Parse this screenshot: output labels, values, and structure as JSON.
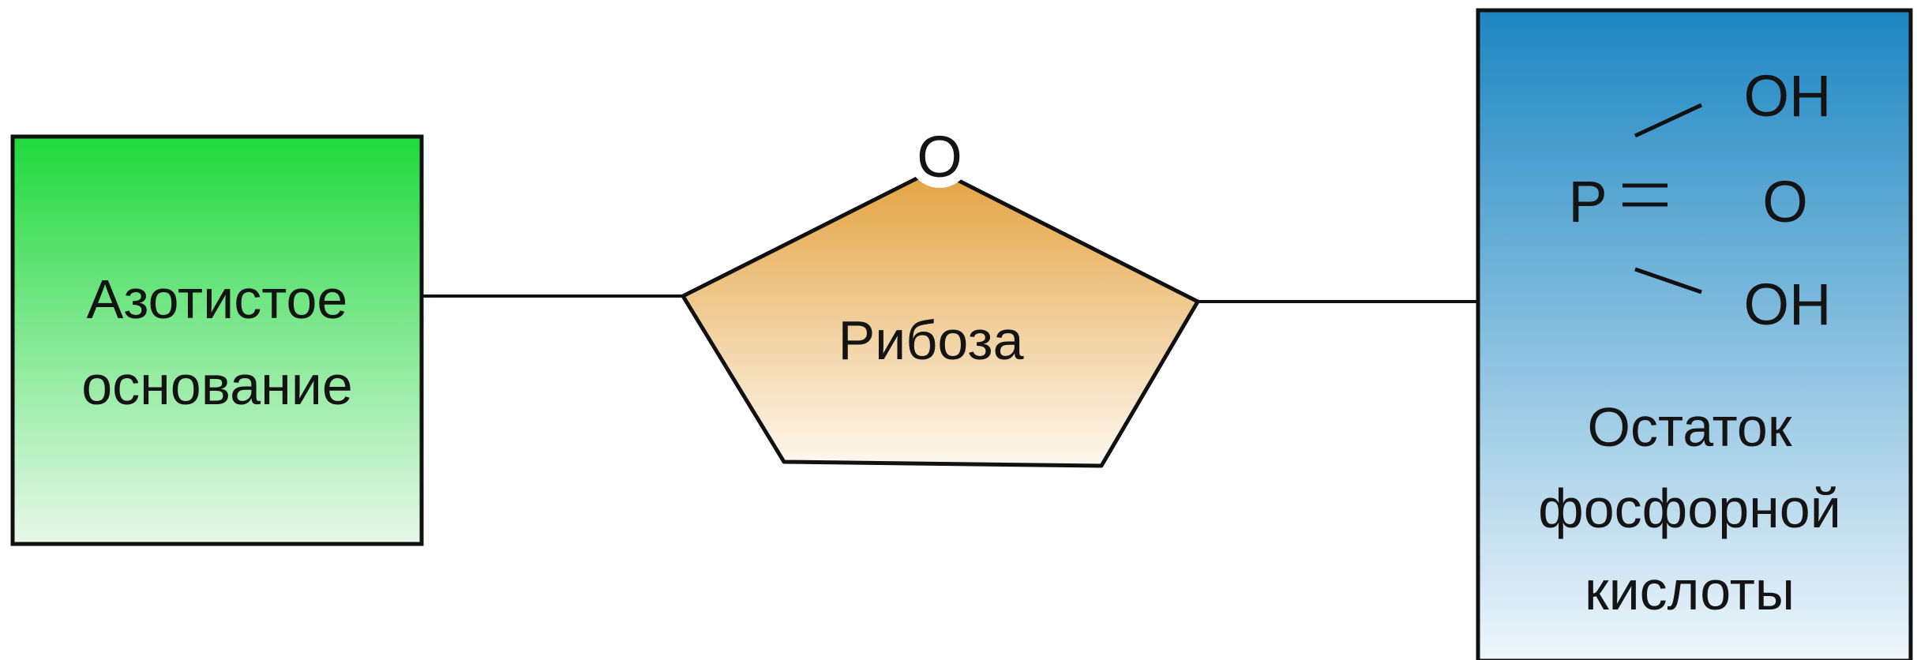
{
  "base": {
    "line1": "Азотистое",
    "line2": "основание",
    "color_top": "#1fd93c",
    "color_bottom": "#e8f8ea"
  },
  "sugar": {
    "label": "Рибоза",
    "ring_oxygen": "O",
    "color_top": "#e3a23f",
    "color_bottom": "#fdf8ef"
  },
  "phosphate": {
    "p_symbol": "P",
    "oh_top": "OH",
    "o_double": "O",
    "oh_bottom": "OH",
    "line1": "Остаток",
    "line2": "фосфорной",
    "line3": "кислоты",
    "color_top": "#1c86c2",
    "color_bottom": "#eef6fb"
  },
  "stroke_color": "#111111"
}
